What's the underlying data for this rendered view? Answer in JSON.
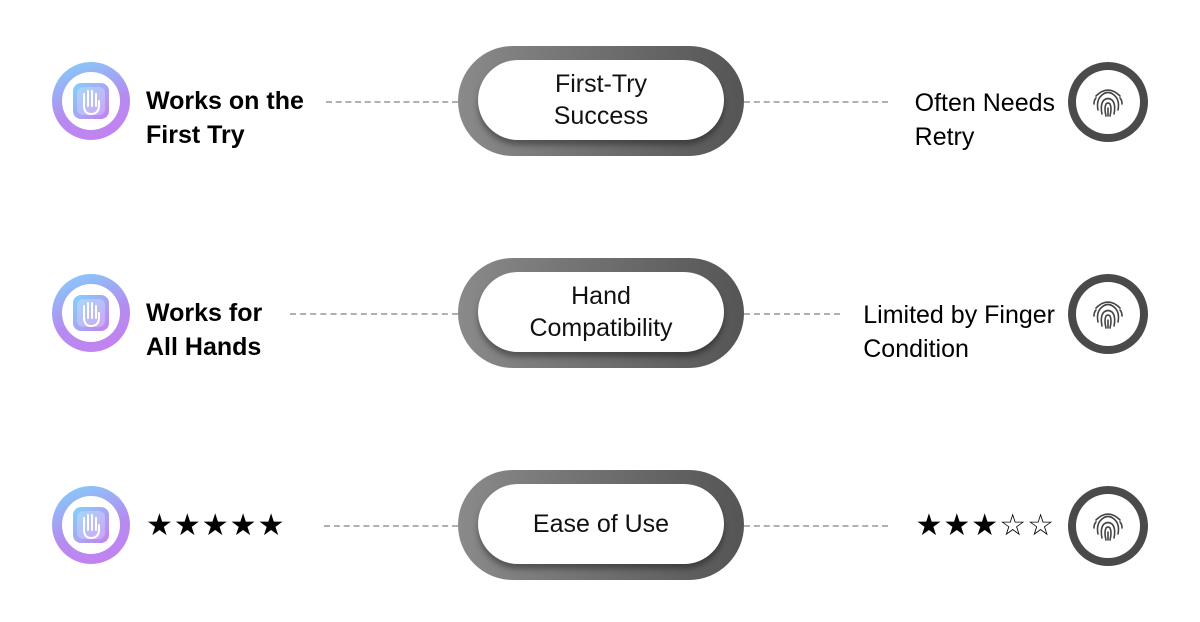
{
  "rows": [
    {
      "center": "First-Try\nSuccess",
      "left": "Works on the\nFirst Try",
      "right": "Often Needs\nRetry"
    },
    {
      "center": "Hand\nCompatibility",
      "left": "Works for\nAll Hands",
      "right": "Limited by Finger\nCondition"
    },
    {
      "center": "Ease of Use",
      "left": "★★★★★",
      "right": "★★★☆☆"
    }
  ],
  "icons": {
    "left": "palm-scan-icon",
    "right": "fingerprint-icon"
  }
}
